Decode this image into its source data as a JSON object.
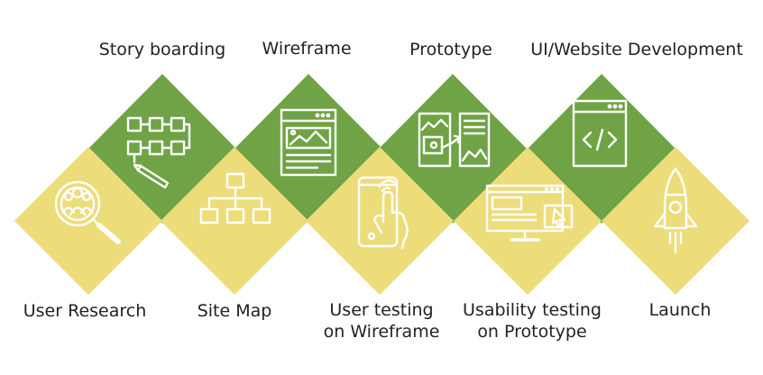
{
  "diagram": {
    "colors": {
      "green": "#6fa345",
      "yellow": "#eddc7a",
      "icon_stroke": "#ffffff",
      "text": "#222222"
    },
    "top_steps": [
      {
        "label": "Story boarding",
        "icon": "storyboard-flowchart-pencil-icon"
      },
      {
        "label": "Wireframe",
        "icon": "wireframe-window-icon"
      },
      {
        "label": "Prototype",
        "icon": "prototype-screens-icon"
      },
      {
        "label": "UI/Website Development",
        "icon": "code-window-icon"
      }
    ],
    "bottom_steps": [
      {
        "label": "User Research",
        "icon": "magnifier-users-icon"
      },
      {
        "label": "Site Map",
        "icon": "sitemap-tree-icon"
      },
      {
        "label_line1": "User testing",
        "label_line2": "on Wireframe",
        "icon": "tablet-tap-icon"
      },
      {
        "label_line1": "Usability testing",
        "label_line2": "on Prototype",
        "icon": "monitor-cursor-icon"
      },
      {
        "label": "Launch",
        "icon": "rocket-icon"
      }
    ]
  }
}
